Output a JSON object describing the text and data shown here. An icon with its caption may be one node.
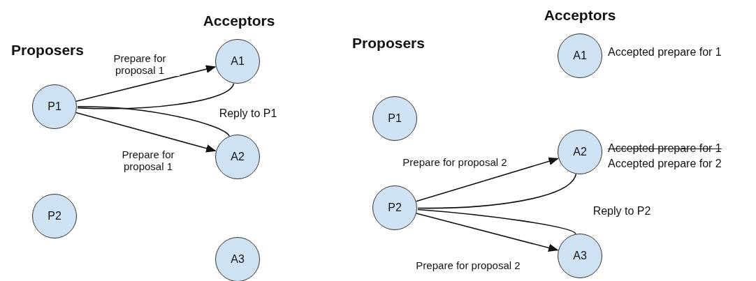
{
  "diagram": {
    "nodes": [
      {
        "text": [
          "P1"
        ]
      },
      {
        "text": [
          "P2"
        ]
      },
      {
        "text": [
          "A1"
        ]
      },
      {
        "text": [
          "A2"
        ]
      },
      {
        "text": [
          "A3"
        ]
      },
      {
        "text": [
          "P1"
        ]
      },
      {
        "text": [
          "P2"
        ]
      },
      {
        "text": [
          "A1"
        ],
        "beside": [
          "Accepted prepare for 1"
        ]
      },
      {
        "text": [
          "A2"
        ],
        "beside": [
          "Accepted prepare for 1",
          "Accepted prepare for 2"
        ]
      },
      {
        "text": [
          "A3"
        ]
      }
    ],
    "edges": [
      {
        "from": 0,
        "to": 2,
        "arrow": "to",
        "label": "Prepare for proposal 1"
      },
      {
        "from": 0,
        "to": 3,
        "arrow": "to",
        "label": "Prepare for proposal 1"
      },
      {
        "from": 2,
        "to": 0,
        "arrow": "none"
      },
      {
        "from": 3,
        "to": 0,
        "arrow": "none"
      },
      {
        "from": 6,
        "to": 8,
        "arrow": "to",
        "label": "Prepare for proposal 2"
      },
      {
        "from": 6,
        "to": 9,
        "arrow": "to",
        "label": "Prepare for proposal 2"
      },
      {
        "from": 8,
        "to": 6,
        "arrow": "none"
      },
      {
        "from": 9,
        "to": 6,
        "arrow": "none"
      }
    ],
    "labels": [
      "Acceptors",
      "Proposers",
      "Reply to P1",
      "Acceptors",
      "Proposers",
      "Reply to P2"
    ]
  }
}
